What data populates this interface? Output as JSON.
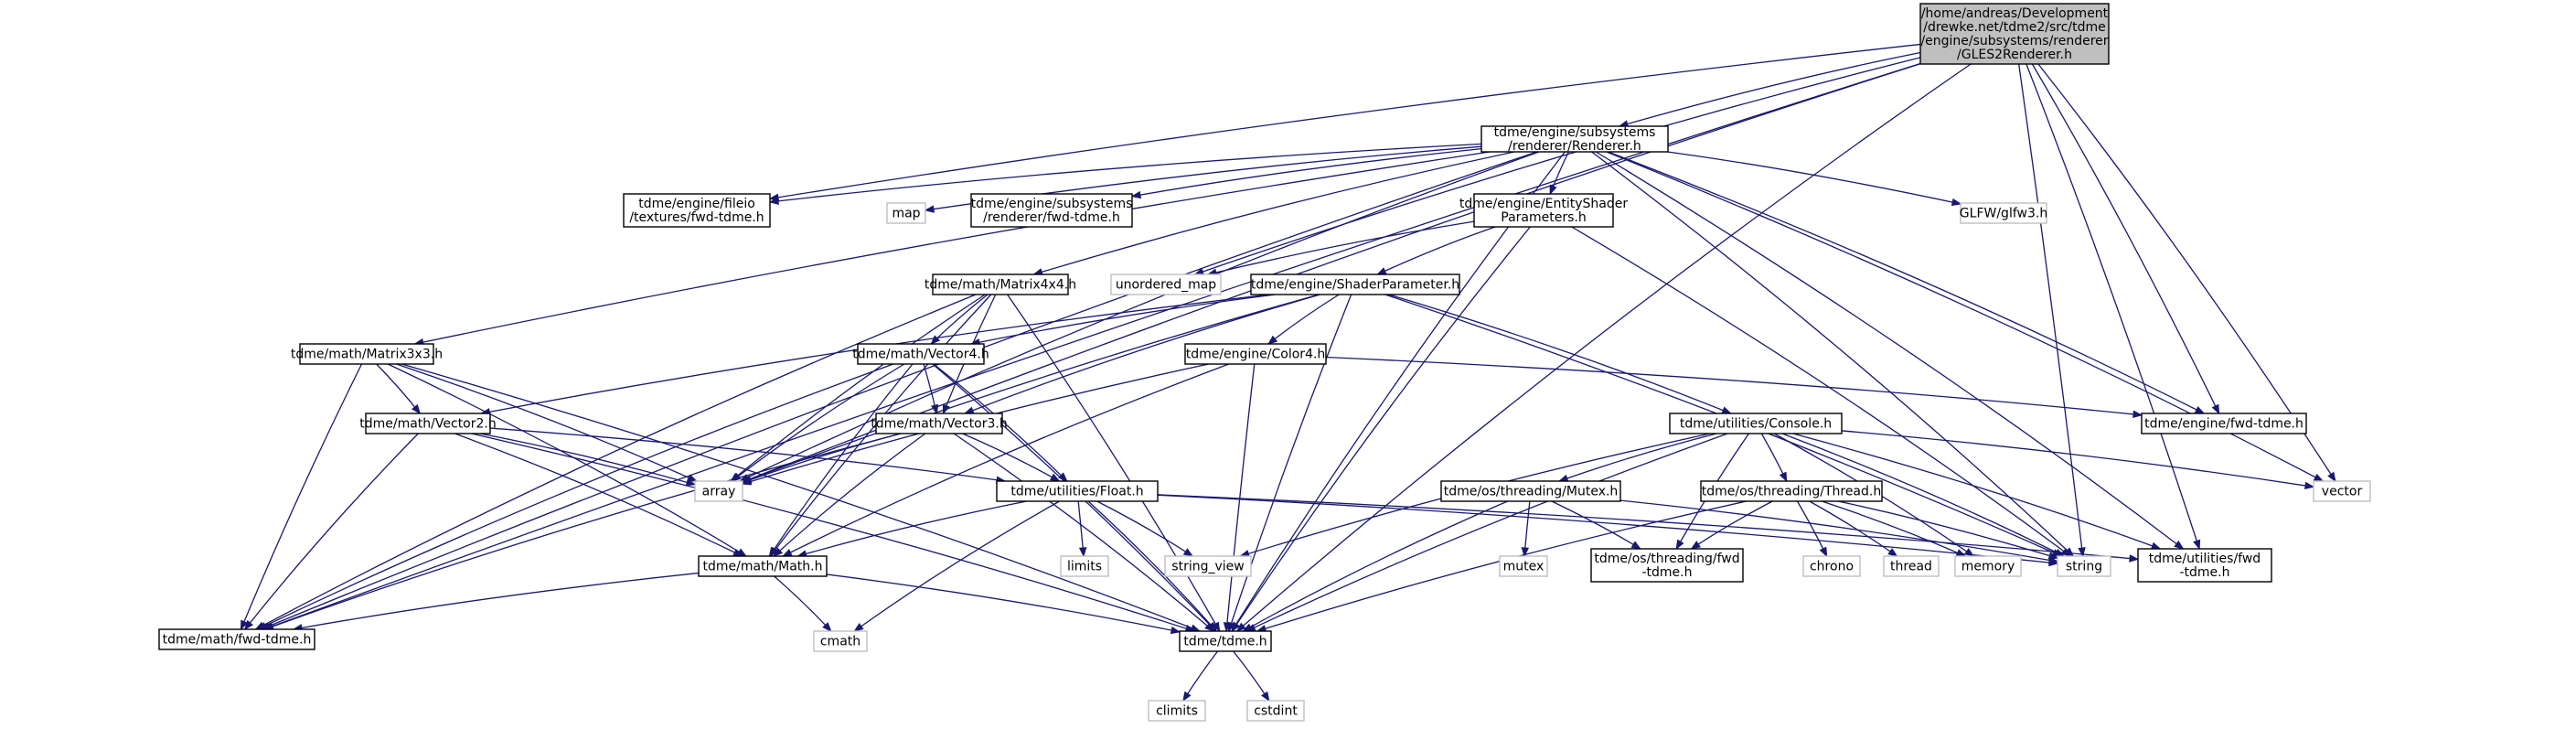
{
  "diagram": {
    "type": "include-dependency-graph",
    "root": "gles2",
    "nodes": [
      {
        "id": "gles2",
        "label": [
          "/home/andreas/Development",
          "/drewke.net/tdme2/src/tdme",
          "/engine/subsystems/renderer",
          "/GLES2Renderer.h"
        ],
        "kind": "root"
      },
      {
        "id": "renderer",
        "label": [
          "tdme/engine/subsystems",
          "/renderer/Renderer.h"
        ],
        "kind": "file"
      },
      {
        "id": "fileio",
        "label": [
          "tdme/engine/fileio",
          "/textures/fwd-tdme.h"
        ],
        "kind": "file"
      },
      {
        "id": "map",
        "label": [
          "map"
        ],
        "kind": "system"
      },
      {
        "id": "subfwd",
        "label": [
          "tdme/engine/subsystems",
          "/renderer/fwd-tdme.h"
        ],
        "kind": "file"
      },
      {
        "id": "esp",
        "label": [
          "tdme/engine/EntityShader",
          "Parameters.h"
        ],
        "kind": "file"
      },
      {
        "id": "glfw",
        "label": [
          "GLFW/glfw3.h"
        ],
        "kind": "system"
      },
      {
        "id": "umap",
        "label": [
          "unordered_map"
        ],
        "kind": "system"
      },
      {
        "id": "m44",
        "label": [
          "tdme/math/Matrix4x4.h"
        ],
        "kind": "file"
      },
      {
        "id": "sp",
        "label": [
          "tdme/engine/ShaderParameter.h"
        ],
        "kind": "file"
      },
      {
        "id": "m33",
        "label": [
          "tdme/math/Matrix3x3.h"
        ],
        "kind": "file"
      },
      {
        "id": "v4",
        "label": [
          "tdme/math/Vector4.h"
        ],
        "kind": "file"
      },
      {
        "id": "c4",
        "label": [
          "tdme/engine/Color4.h"
        ],
        "kind": "file"
      },
      {
        "id": "efwd",
        "label": [
          "tdme/engine/fwd-tdme.h"
        ],
        "kind": "file"
      },
      {
        "id": "v2",
        "label": [
          "tdme/math/Vector2.h"
        ],
        "kind": "file"
      },
      {
        "id": "v3",
        "label": [
          "tdme/math/Vector3.h"
        ],
        "kind": "file"
      },
      {
        "id": "console",
        "label": [
          "tdme/utilities/Console.h"
        ],
        "kind": "file"
      },
      {
        "id": "vector",
        "label": [
          "vector"
        ],
        "kind": "system"
      },
      {
        "id": "array",
        "label": [
          "array"
        ],
        "kind": "system"
      },
      {
        "id": "float",
        "label": [
          "tdme/utilities/Float.h"
        ],
        "kind": "file"
      },
      {
        "id": "mutex",
        "label": [
          "tdme/os/threading/Mutex.h"
        ],
        "kind": "file"
      },
      {
        "id": "thread",
        "label": [
          "tdme/os/threading/Thread.h"
        ],
        "kind": "file"
      },
      {
        "id": "math",
        "label": [
          "tdme/math/Math.h"
        ],
        "kind": "file"
      },
      {
        "id": "limits",
        "label": [
          "limits"
        ],
        "kind": "system"
      },
      {
        "id": "sview",
        "label": [
          "string_view"
        ],
        "kind": "system"
      },
      {
        "id": "mtx",
        "label": [
          "mutex"
        ],
        "kind": "system"
      },
      {
        "id": "thfwd",
        "label": [
          "tdme/os/threading/fwd",
          "-tdme.h"
        ],
        "kind": "file"
      },
      {
        "id": "chrono",
        "label": [
          "chrono"
        ],
        "kind": "system"
      },
      {
        "id": "thr",
        "label": [
          "thread"
        ],
        "kind": "system"
      },
      {
        "id": "memory",
        "label": [
          "memory"
        ],
        "kind": "system"
      },
      {
        "id": "string",
        "label": [
          "string"
        ],
        "kind": "system"
      },
      {
        "id": "ufwd",
        "label": [
          "tdme/utilities/fwd",
          "-tdme.h"
        ],
        "kind": "file"
      },
      {
        "id": "mfwd",
        "label": [
          "tdme/math/fwd-tdme.h"
        ],
        "kind": "file"
      },
      {
        "id": "cmath",
        "label": [
          "cmath"
        ],
        "kind": "system"
      },
      {
        "id": "tdme",
        "label": [
          "tdme/tdme.h"
        ],
        "kind": "file"
      },
      {
        "id": "climits",
        "label": [
          "climits"
        ],
        "kind": "system"
      },
      {
        "id": "cstdint",
        "label": [
          "cstdint"
        ],
        "kind": "system"
      }
    ],
    "edges": [
      [
        "gles2",
        "renderer"
      ],
      [
        "gles2",
        "fileio"
      ],
      [
        "gles2",
        "umap"
      ],
      [
        "gles2",
        "efwd"
      ],
      [
        "gles2",
        "array"
      ],
      [
        "gles2",
        "vector"
      ],
      [
        "gles2",
        "string"
      ],
      [
        "gles2",
        "ufwd"
      ],
      [
        "gles2",
        "mfwd"
      ],
      [
        "gles2",
        "tdme"
      ],
      [
        "renderer",
        "fileio"
      ],
      [
        "renderer",
        "map"
      ],
      [
        "renderer",
        "subfwd"
      ],
      [
        "renderer",
        "esp"
      ],
      [
        "renderer",
        "glfw"
      ],
      [
        "renderer",
        "m44"
      ],
      [
        "renderer",
        "m33"
      ],
      [
        "renderer",
        "array"
      ],
      [
        "renderer",
        "efwd"
      ],
      [
        "renderer",
        "vector"
      ],
      [
        "renderer",
        "string"
      ],
      [
        "renderer",
        "ufwd"
      ],
      [
        "renderer",
        "mfwd"
      ],
      [
        "renderer",
        "tdme"
      ],
      [
        "esp",
        "umap"
      ],
      [
        "esp",
        "sp"
      ],
      [
        "esp",
        "string"
      ],
      [
        "esp",
        "tdme"
      ],
      [
        "m44",
        "v3"
      ],
      [
        "m44",
        "v4"
      ],
      [
        "m44",
        "math"
      ],
      [
        "m44",
        "array"
      ],
      [
        "m44",
        "mfwd"
      ],
      [
        "m44",
        "tdme"
      ],
      [
        "sp",
        "v2"
      ],
      [
        "sp",
        "v3"
      ],
      [
        "sp",
        "v4"
      ],
      [
        "sp",
        "c4"
      ],
      [
        "sp",
        "console"
      ],
      [
        "sp",
        "array"
      ],
      [
        "sp",
        "string"
      ],
      [
        "sp",
        "tdme"
      ],
      [
        "m33",
        "v2"
      ],
      [
        "m33",
        "math"
      ],
      [
        "m33",
        "array"
      ],
      [
        "m33",
        "mfwd"
      ],
      [
        "m33",
        "tdme"
      ],
      [
        "v4",
        "v3"
      ],
      [
        "v4",
        "math"
      ],
      [
        "v4",
        "float"
      ],
      [
        "v4",
        "array"
      ],
      [
        "v4",
        "mfwd"
      ],
      [
        "v4",
        "tdme"
      ],
      [
        "c4",
        "efwd"
      ],
      [
        "c4",
        "math"
      ],
      [
        "c4",
        "array"
      ],
      [
        "c4",
        "tdme"
      ],
      [
        "v2",
        "math"
      ],
      [
        "v2",
        "float"
      ],
      [
        "v2",
        "array"
      ],
      [
        "v2",
        "mfwd"
      ],
      [
        "v2",
        "tdme"
      ],
      [
        "v3",
        "float"
      ],
      [
        "v3",
        "math"
      ],
      [
        "v3",
        "array"
      ],
      [
        "v3",
        "mfwd"
      ],
      [
        "v3",
        "tdme"
      ],
      [
        "console",
        "mutex"
      ],
      [
        "console",
        "thread"
      ],
      [
        "console",
        "thfwd"
      ],
      [
        "console",
        "sview"
      ],
      [
        "console",
        "vector"
      ],
      [
        "console",
        "memory"
      ],
      [
        "console",
        "string"
      ],
      [
        "console",
        "ufwd"
      ],
      [
        "console",
        "tdme"
      ],
      [
        "float",
        "math"
      ],
      [
        "float",
        "limits"
      ],
      [
        "float",
        "sview"
      ],
      [
        "float",
        "cmath"
      ],
      [
        "float",
        "string"
      ],
      [
        "float",
        "ufwd"
      ],
      [
        "float",
        "tdme"
      ],
      [
        "mutex",
        "mtx"
      ],
      [
        "mutex",
        "thfwd"
      ],
      [
        "mutex",
        "string"
      ],
      [
        "mutex",
        "tdme"
      ],
      [
        "thread",
        "chrono"
      ],
      [
        "thread",
        "thr"
      ],
      [
        "thread",
        "memory"
      ],
      [
        "thread",
        "thfwd"
      ],
      [
        "thread",
        "string"
      ],
      [
        "thread",
        "tdme"
      ],
      [
        "math",
        "cmath"
      ],
      [
        "math",
        "mfwd"
      ],
      [
        "math",
        "tdme"
      ],
      [
        "tdme",
        "climits"
      ],
      [
        "tdme",
        "cstdint"
      ]
    ],
    "colors": {
      "root_fill": "#bfbfbf",
      "node_fill": "#ffffff",
      "file_border": "#000000",
      "system_border": "#bfbfbf",
      "system_text": "#000000",
      "edge": "#191970"
    }
  }
}
